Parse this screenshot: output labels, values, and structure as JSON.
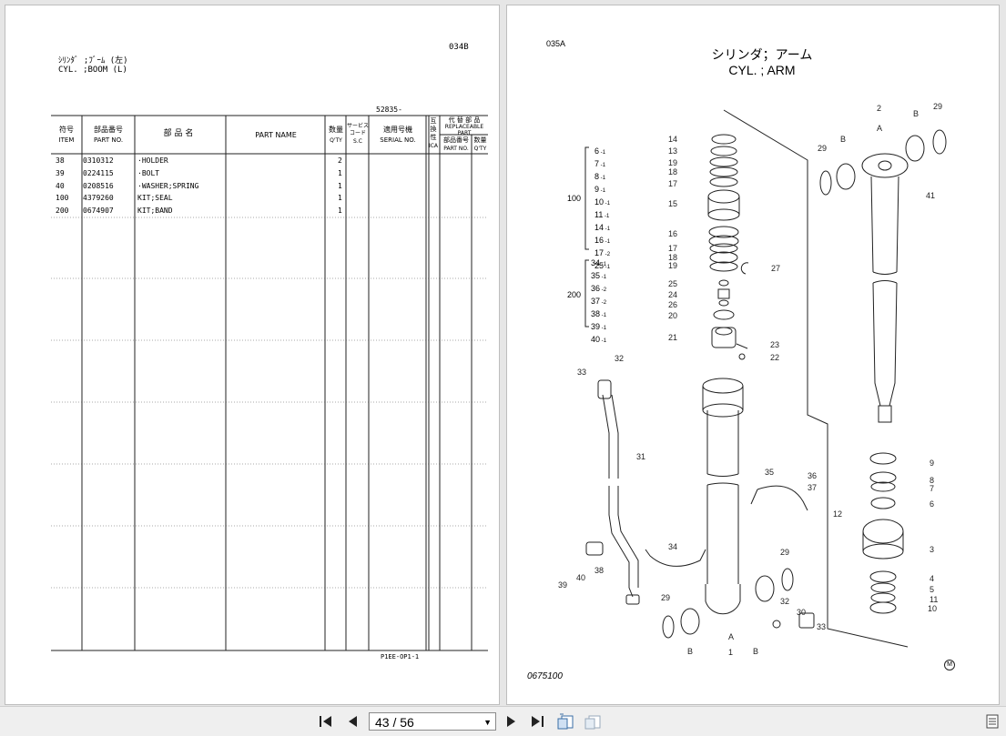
{
  "left_page": {
    "page_code": "034B",
    "title_jp": "ｼﾘﾝﾀﾞ ;ﾌﾞｰﾑ (左)",
    "title_en": "CYL. ;BOOM (L)",
    "serial_range": "52835-",
    "headers": {
      "item_jp": "符号",
      "item_en": "ITEM",
      "part_no_jp": "部品番号",
      "part_no_en": "PART NO.",
      "part_name_jp": "部 品 名",
      "part_name_en": "PART NAME",
      "qty_jp": "数量",
      "qty_en": "Q'TY",
      "service_code_jp": "サービスコード",
      "service_code_en": "S.C",
      "serial_jp": "適用号機",
      "serial_en": "SERIAL NO.",
      "ica_jp": "互換性",
      "ica_en": "ICA",
      "replaceable_jp": "代 替 部 品",
      "replaceable_en": "REPLACEABLE PART",
      "rep_part_no_jp": "部品番号",
      "rep_part_no_en": "PART NO.",
      "rep_qty_jp": "数量",
      "rep_qty_en": "Q'TY"
    },
    "rows": [
      {
        "item": "38",
        "part_no": "0310312",
        "name": "·HOLDER",
        "qty": "2"
      },
      {
        "item": "39",
        "part_no": "0224115",
        "name": "·BOLT",
        "qty": "1"
      },
      {
        "item": "40",
        "part_no": "0208516",
        "name": "·WASHER;SPRING",
        "qty": "1"
      },
      {
        "item": "100",
        "part_no": "4379260",
        "name": "KIT;SEAL",
        "qty": "1"
      },
      {
        "item": "200",
        "part_no": "0674907",
        "name": "KIT;BAND",
        "qty": "1"
      }
    ],
    "footer_code": "P1EE-OP1-1"
  },
  "right_page": {
    "page_code": "035A",
    "title_jp": "シリンダ；アーム",
    "title_en": "CYL. ; ARM",
    "drawing_no": "0675100",
    "mark": "M",
    "kit100": {
      "label": "100",
      "items": [
        "6",
        "7",
        "8",
        "9",
        "10",
        "11",
        "14",
        "16",
        "17",
        "25"
      ],
      "qty": [
        "1",
        "1",
        "1",
        "1",
        "1",
        "1",
        "1",
        "1",
        "2",
        "1"
      ]
    },
    "kit200": {
      "label": "200",
      "items": [
        "34",
        "35",
        "36",
        "37",
        "38",
        "39",
        "40"
      ],
      "qty": [
        "1",
        "1",
        "2",
        "2",
        "1",
        "1",
        "1"
      ]
    }
  },
  "toolbar": {
    "page_value": "43 / 56",
    "icons": [
      "first-page-icon",
      "prev-page-icon",
      "next-page-icon",
      "last-page-icon",
      "thumbnail-icon",
      "export-icon",
      "menu-icon"
    ]
  }
}
